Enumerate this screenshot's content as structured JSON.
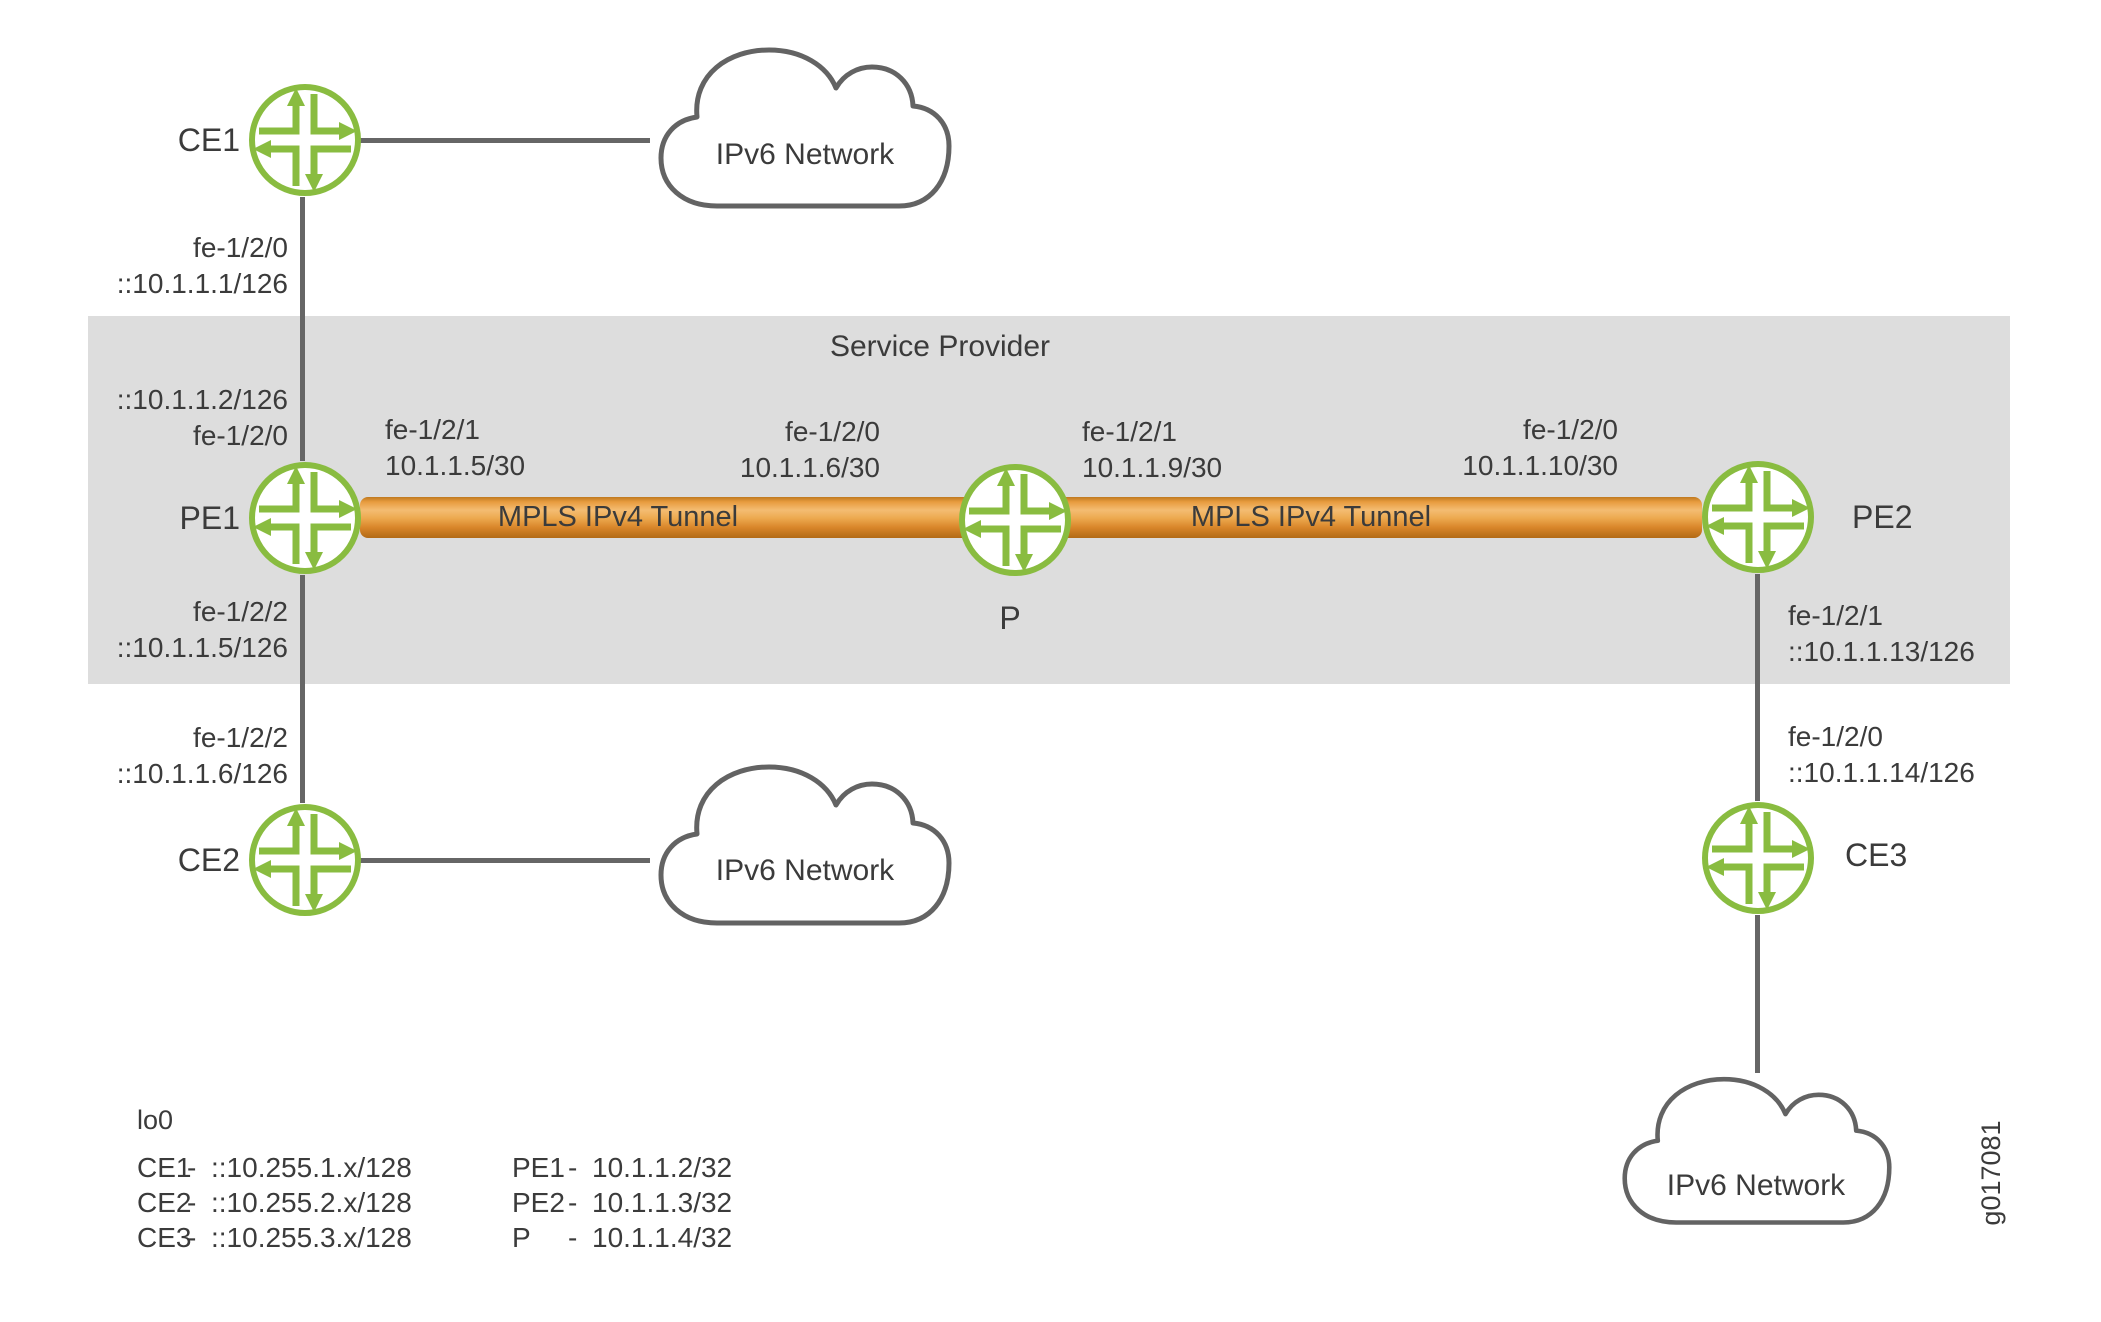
{
  "colors": {
    "green": "#89bc40",
    "line_gray": "#666666",
    "band_gray": "#dddddd",
    "text": "#3b3b3b",
    "cloud_stroke": "#636363",
    "tunnel_orange": "#d9862a"
  },
  "service_provider": {
    "label": "Service Provider"
  },
  "tunnels": [
    {
      "label": "MPLS IPv4 Tunnel"
    },
    {
      "label": "MPLS IPv4 Tunnel"
    }
  ],
  "clouds": [
    {
      "label": "IPv6 Network"
    },
    {
      "label": "IPv6 Network"
    },
    {
      "label": "IPv6 Network"
    }
  ],
  "routers": {
    "ce1": {
      "label": "CE1"
    },
    "ce2": {
      "label": "CE2"
    },
    "ce3": {
      "label": "CE3"
    },
    "pe1": {
      "label": "PE1"
    },
    "pe2": {
      "label": "PE2"
    },
    "p": {
      "label": "P"
    }
  },
  "interfaces": {
    "ce1_to_pe1": [
      "fe-1/2/0",
      "::10.1.1.1/126"
    ],
    "pe1_to_ce1": [
      "::10.1.1.2/126",
      "fe-1/2/0"
    ],
    "pe1_to_p": [
      "fe-1/2/1",
      "10.1.1.5/30"
    ],
    "pe1_to_ce2": [
      "fe-1/2/2",
      "::10.1.1.5/126"
    ],
    "ce2_to_pe1": [
      "fe-1/2/2",
      "::10.1.1.6/126"
    ],
    "p_to_pe1": [
      "fe-1/2/0",
      "10.1.1.6/30"
    ],
    "p_to_pe2": [
      "fe-1/2/1",
      "10.1.1.9/30"
    ],
    "pe2_to_p": [
      "fe-1/2/0",
      "10.1.1.10/30"
    ],
    "pe2_to_ce3": [
      "fe-1/2/1",
      "::10.1.1.13/126"
    ],
    "ce3_to_pe2": [
      "fe-1/2/0",
      "::10.1.1.14/126"
    ]
  },
  "loopbacks": {
    "title": "lo0",
    "separator": "-",
    "left": [
      {
        "name": "CE1",
        "addr": "::10.255.1.x/128"
      },
      {
        "name": "CE2",
        "addr": "::10.255.2.x/128"
      },
      {
        "name": "CE3",
        "addr": "::10.255.3.x/128"
      }
    ],
    "right": [
      {
        "name": "PE1",
        "addr": "10.1.1.2/32"
      },
      {
        "name": "PE2",
        "addr": "10.1.1.3/32"
      },
      {
        "name": "P",
        "addr": "10.1.1.4/32"
      }
    ]
  },
  "figure_id": "g017081"
}
